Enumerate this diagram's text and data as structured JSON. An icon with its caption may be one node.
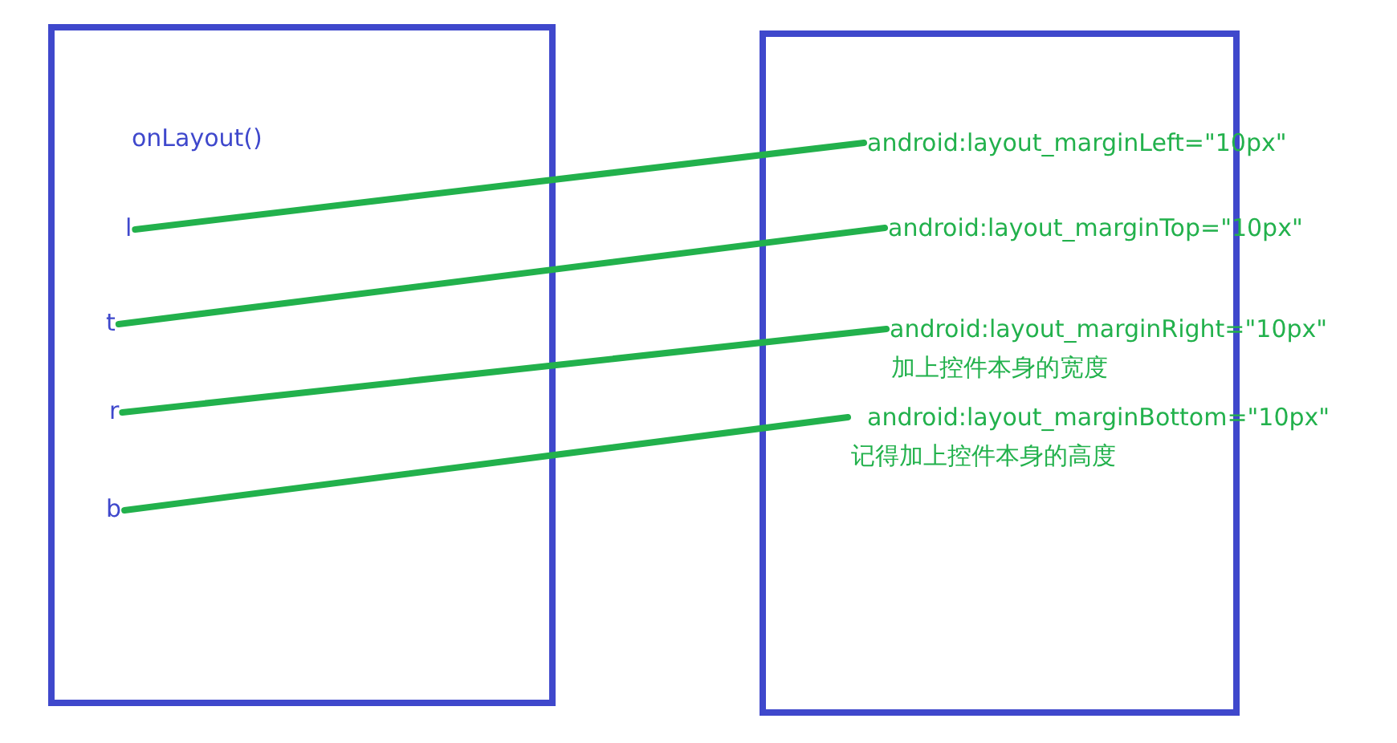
{
  "diagram": {
    "nodes": [
      {
        "text": [
          "onLayout()"
        ]
      },
      {
        "text": [
          "l"
        ],
        "in": 0
      },
      {
        "text": [
          "t"
        ],
        "in": 0
      },
      {
        "text": [
          "r"
        ],
        "in": 0
      },
      {
        "text": [
          "b"
        ],
        "in": 0
      },
      {
        "text": [],
        "shape": "box"
      },
      {
        "text": [
          "android:layout_marginLeft=\"10px\""
        ],
        "in": 5
      },
      {
        "text": [
          "android:layout_marginTop=\"10px\""
        ],
        "in": 5
      },
      {
        "text": [
          "android:layout_marginRight=\"10px\"",
          "加上控件本身的宽度"
        ],
        "in": 5
      },
      {
        "text": [
          "android:layout_marginBottom=\"10px\"",
          "记得加上控件本身的高度"
        ],
        "in": 5
      }
    ],
    "edges": [
      {
        "from": 1,
        "to": 6,
        "arrow": "none"
      },
      {
        "from": 2,
        "to": 7,
        "arrow": "none"
      },
      {
        "from": 3,
        "to": 8,
        "arrow": "none"
      },
      {
        "from": 4,
        "to": 9,
        "arrow": "none"
      }
    ]
  }
}
